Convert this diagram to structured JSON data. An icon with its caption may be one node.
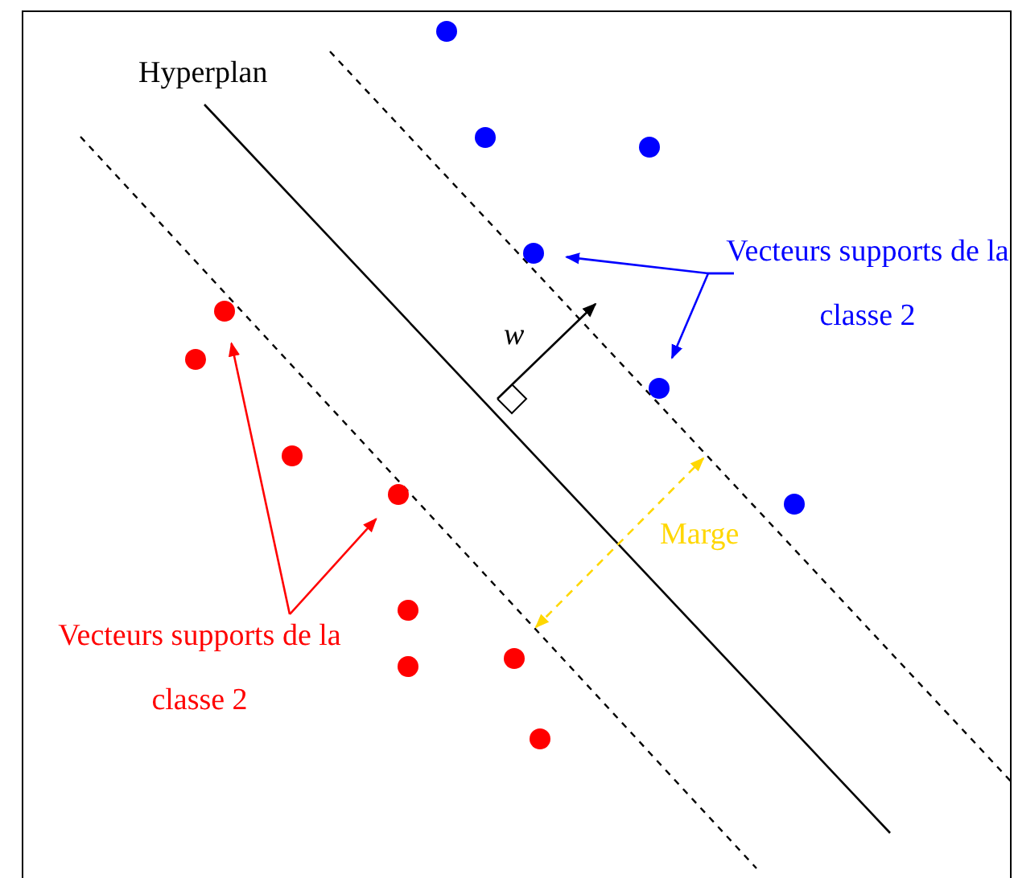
{
  "diagram": {
    "nodes": [
      {
        "text": [
          "Vecteurs supports de la classe 2"
        ]
      },
      {
        "text": [
          "Vecteurs supports de la classe 2"
        ]
      },
      {
        "text": [],
        "shape": "circle"
      },
      {
        "text": [],
        "shape": "circle"
      },
      {
        "text": [],
        "shape": "circle"
      },
      {
        "text": [],
        "shape": "circle"
      },
      {
        "text": [],
        "shape": "circle"
      },
      {
        "text": [],
        "shape": "circle"
      },
      {
        "text": [],
        "shape": "circle"
      },
      {
        "text": [],
        "shape": "circle"
      },
      {
        "text": [],
        "shape": "circle"
      },
      {
        "text": [],
        "shape": "circle"
      },
      {
        "text": [],
        "shape": "circle"
      },
      {
        "text": [],
        "shape": "circle"
      },
      {
        "text": [],
        "shape": "circle"
      },
      {
        "text": [],
        "shape": "circle"
      }
    ],
    "edges": [
      {
        "from": 0,
        "to": 5,
        "arrow": "to",
        "color": "#0000ff"
      },
      {
        "from": 0,
        "to": 8,
        "arrow": "to",
        "color": "#0000ff"
      },
      {
        "from": 1,
        "to": 6,
        "arrow": "to",
        "color": "#ff0000"
      },
      {
        "from": 1,
        "to": 10,
        "arrow": "to",
        "color": "#ff0000"
      }
    ],
    "labels": [
      "Hyperplan",
      "w",
      "Marge"
    ]
  }
}
